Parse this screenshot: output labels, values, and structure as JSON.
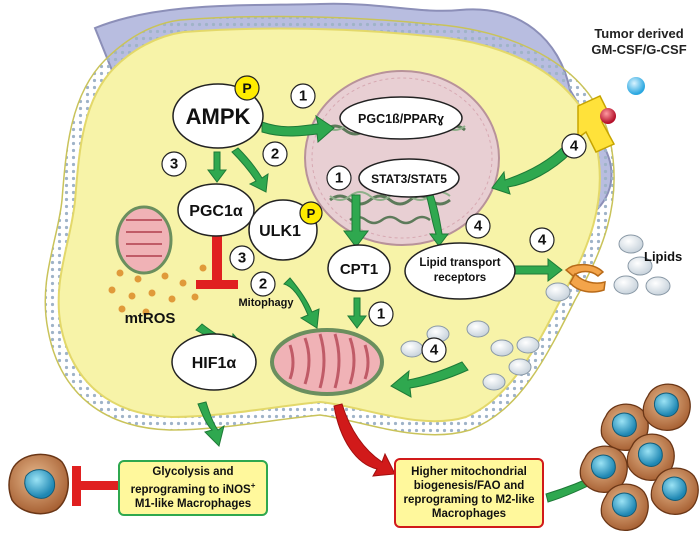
{
  "nodes": {
    "ampk": "AMPK",
    "pgc1a": "PGC1α",
    "ulk1": "ULK1",
    "cpt1": "CPT1",
    "hif1a": "HIF1α",
    "pgc1b_ppar": "PGC1ß/PPARɣ",
    "stat": "STAT3/STAT5",
    "lipid_receptors_line1": "Lipid transport",
    "lipid_receptors_line2": "receptors",
    "phospho": "P"
  },
  "labels": {
    "mtros": "mtROS",
    "mitophagy": "Mitophagy",
    "lipids": "Lipids",
    "tumor_line1": "Tumor derived",
    "tumor_line2": "GM-CSF/G-CSF"
  },
  "pathway_numbers": {
    "n1": "1",
    "n2": "2",
    "n3": "3",
    "n4": "4"
  },
  "outcomes": {
    "m1": {
      "line1": "Glycolysis and",
      "line2": "reprograming to iNOS",
      "sup": "+",
      "line3": "M1-like Macrophages"
    },
    "m2": {
      "line1": "Higher mitochondrial",
      "line2": "biogenesis/FAO and",
      "line3": "reprograming to M2-like",
      "line4": "Macrophages"
    }
  },
  "colors": {
    "cytoplasm": "#f7f3a8",
    "membrane_outer": "#e6d96e",
    "membrane_dots": "#9fb3c8",
    "activation_arrow": "#2fa84f",
    "inhibition": "#e02020",
    "m2_arrow": "#d11a1a",
    "phospho_badge": "#ffec00",
    "nucleus": "#e8cfd3",
    "m1_box_border": "#2fa84f",
    "m2_box_border": "#d11a1a",
    "tumor_cell": "#8a4b22",
    "tumor_nucleus": "#3fa7c9"
  }
}
